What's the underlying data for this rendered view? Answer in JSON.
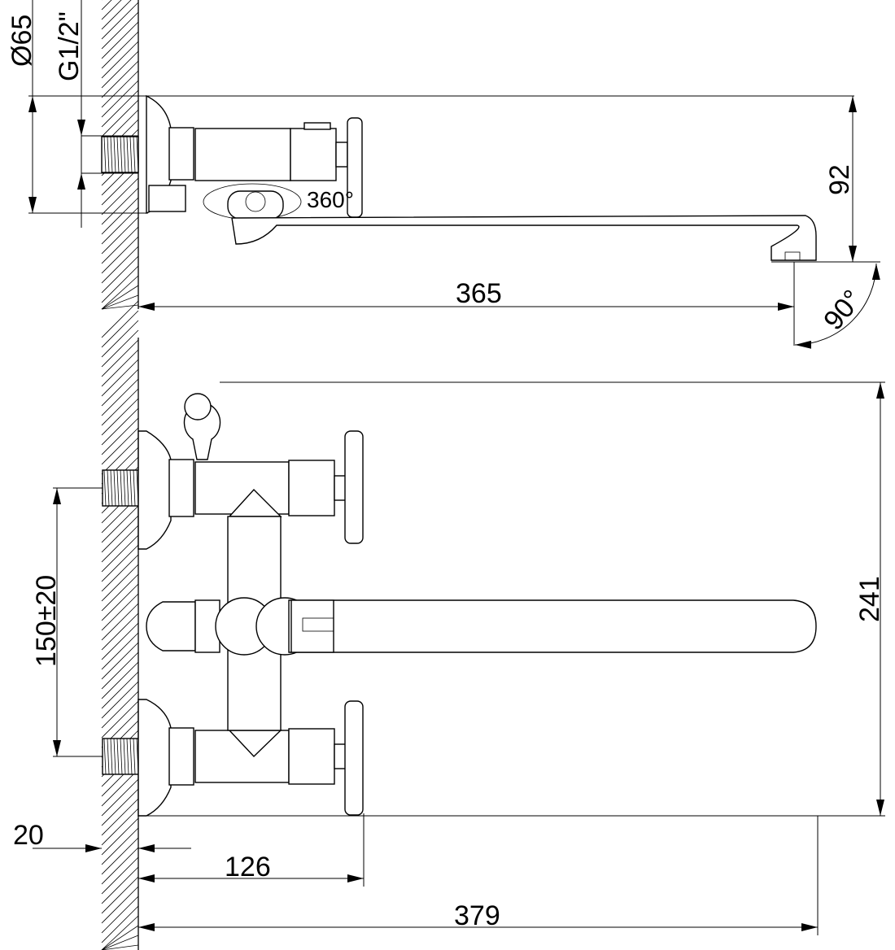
{
  "drawing": {
    "title": "Wall-mounted mixer dimensional drawing",
    "top_view": {
      "flange_diameter": "Ø65",
      "thread": "G1/2\"",
      "swivel": "360°",
      "height": "92",
      "spout_reach": "365",
      "angle": "90°"
    },
    "front_view": {
      "center_distance": "150±20",
      "total_height": "241",
      "wall_offset": "20",
      "handle_depth": "126",
      "total_depth": "379"
    }
  }
}
